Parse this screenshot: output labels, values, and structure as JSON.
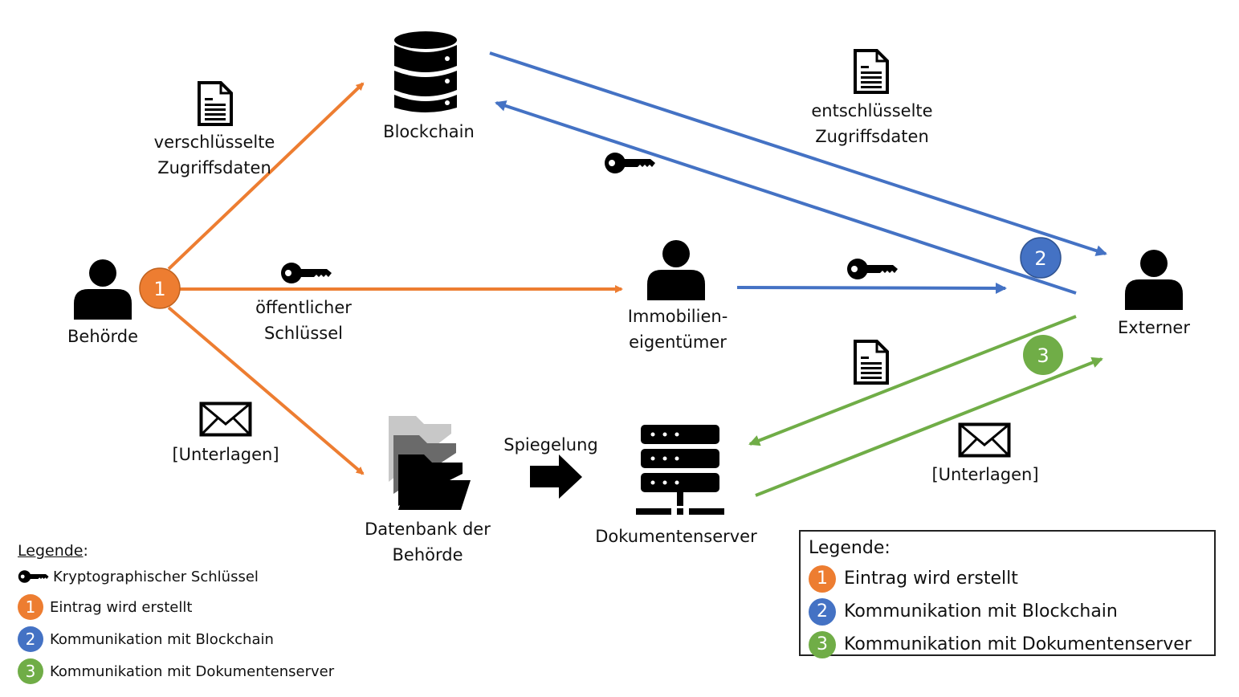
{
  "colors": {
    "step1": "#ED7D31",
    "step2": "#4472C4",
    "step3": "#70AD47",
    "icon": "#000000"
  },
  "nodes": {
    "behoerde": {
      "label": "Behörde",
      "icon": "person-icon"
    },
    "blockchain": {
      "label": "Blockchain",
      "icon": "database-icon"
    },
    "eigentuemer": {
      "label_line1": "Immobilien-",
      "label_line2": "eigentümer",
      "icon": "person-icon"
    },
    "externer": {
      "label": "Externer",
      "icon": "person-icon"
    },
    "datenbank": {
      "label_line1": "Datenbank der",
      "label_line2": "Behörde",
      "icon": "folders-icon"
    },
    "dokumentenserver": {
      "label": "Dokumentenserver",
      "icon": "server-icon"
    }
  },
  "edge_labels": {
    "verschluesselt": {
      "line1": "verschlüsselte",
      "line2": "Zugriffsdaten",
      "icon": "document-icon"
    },
    "oeffentlich": {
      "line1": "öffentlicher",
      "line2": "Schlüssel",
      "icon": "key-icon"
    },
    "unterlagen_left": {
      "text": "[Unterlagen]",
      "icon": "envelope-icon"
    },
    "entschluesselt": {
      "line1": "entschlüsselte",
      "line2": "Zugriffsdaten",
      "icon": "document-icon"
    },
    "unterlagen_right": {
      "text": "[Unterlagen]",
      "icon": "envelope-icon"
    },
    "spiegelung": {
      "text": "Spiegelung",
      "icon": "arrow-right-icon"
    }
  },
  "step_badges": [
    {
      "number": "1",
      "meaning": "Eintrag wird erstellt"
    },
    {
      "number": "2",
      "meaning": "Kommunikation mit Blockchain"
    },
    {
      "number": "3",
      "meaning": "Kommunikation mit Dokumentenserver"
    }
  ],
  "legend_left": {
    "title": "Legende",
    "title_suffix": ":",
    "items": [
      {
        "icon": "key-icon",
        "text": "Kryptographischer Schlüssel"
      },
      {
        "badge": "1",
        "text": "Eintrag wird erstellt"
      },
      {
        "badge": "2",
        "text": "Kommunikation mit Blockchain"
      },
      {
        "badge": "3",
        "text": "Kommunikation mit Dokumentenserver"
      }
    ]
  },
  "legend_right": {
    "title": "Legende:",
    "items": [
      {
        "badge": "1",
        "text": "Eintrag wird erstellt"
      },
      {
        "badge": "2",
        "text": "Kommunikation mit Blockchain"
      },
      {
        "badge": "3",
        "text": "Kommunikation mit Dokumentenserver"
      }
    ]
  }
}
